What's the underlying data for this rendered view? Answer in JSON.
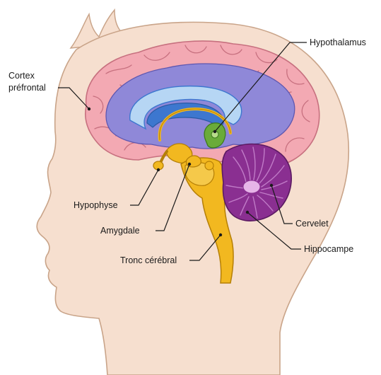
{
  "labels": {
    "cortex_line1": "Cortex",
    "cortex_line2": "préfrontal",
    "hypothalamus": "Hypothalamus",
    "hypophyse": "Hypophyse",
    "amygdale": "Amygdale",
    "tronc_cerebral": "Tronc cérébral",
    "cervelet": "Cervelet",
    "hippocampe": "Hippocampe"
  },
  "colors": {
    "skin": "#f6dfcf",
    "skin_outline": "#c9a489",
    "cortex": "#f3a9b3",
    "cortex_outline": "#c7707f",
    "limbic_violet": "#8f88d8",
    "corpus_callosum": "#b6d6f4",
    "ventricle": "#3d77cf",
    "brainstem": "#f2b820",
    "cerebellum": "#8a2f91",
    "hippocampus": "#6aab3a"
  }
}
